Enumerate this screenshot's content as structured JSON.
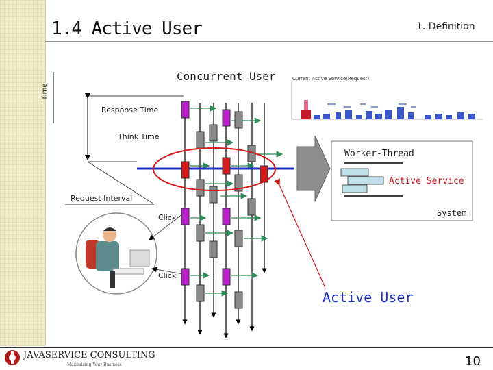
{
  "slide": {
    "title": "1.4 Active User",
    "section": "1. Definition",
    "page_number": "10"
  },
  "diagram": {
    "concurrent_user": "Concurrent User",
    "time_axis": "Time",
    "response_time": "Response Time",
    "think_time": "Think Time",
    "request_interval": "Request Interval",
    "click_1": "Click",
    "click_2": "Click",
    "worker_thread": "Worker-Thread",
    "active_service": "Active Service",
    "system": "System",
    "active_user": "Active User",
    "graph_caption": "Current Active Service(Request)"
  },
  "logo": {
    "brand": "JAVASERVICE CONSULTING",
    "tagline": "Maximizing Your Business"
  },
  "colors": {
    "purple": "#b81fc9",
    "red": "#d11a1a",
    "gray": "#8a8a8a",
    "green_arrow": "#2e8b57",
    "blue_line": "#1f2fbf",
    "ellipse": "#d41b1b",
    "light_blue": "#bfe0e8"
  }
}
